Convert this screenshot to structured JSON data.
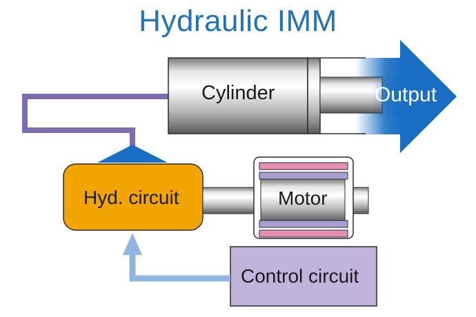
{
  "title": "Hydraulic IMM",
  "labels": {
    "cylinder": "Cylinder",
    "output": "Output",
    "hyd_circuit": "Hyd. circuit",
    "motor": "Motor",
    "control_circuit": "Control circuit"
  },
  "colors": {
    "title": "#1f73b7",
    "output_arrow": "#1a6fc4",
    "pipe_purple": "#7f6bb0",
    "hyd_box": "#f2a500",
    "control_box": "#c0b3dc",
    "control_arrow": "#8fb5e0",
    "stator_pink": "#e68fb5",
    "rotor_lavender": "#a99fd2"
  }
}
